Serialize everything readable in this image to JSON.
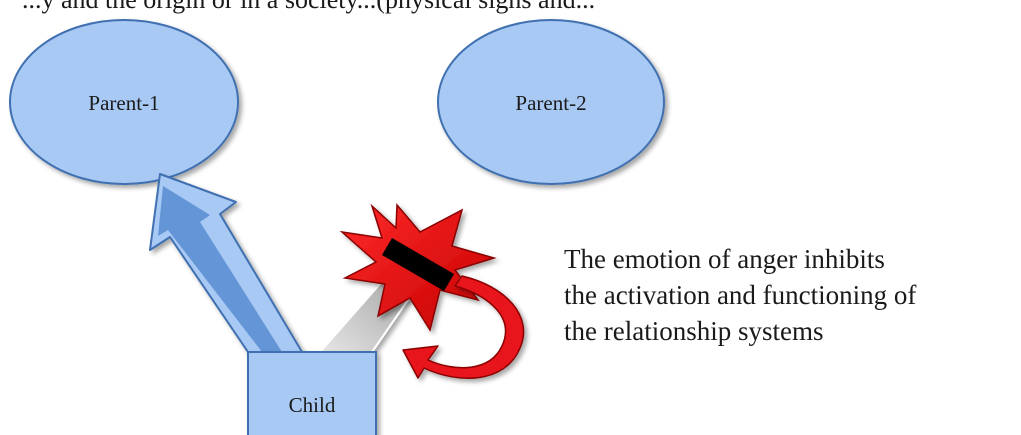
{
  "top_partial_text": "...y and the origin or in a society...(physical signs and...",
  "nodes": {
    "parent_1": "Parent-1",
    "parent_2": "Parent-2",
    "child": "Child"
  },
  "caption": {
    "line1": "The emotion of anger inhibits",
    "line2": "the activation and functioning of",
    "line3": "the relationship systems"
  },
  "colors": {
    "node_fill": "#a9c9f5",
    "node_stroke": "#3f70b0",
    "arrow_blue": "#5b8fd4",
    "arrow_gray": "#a6a6a6",
    "burst_red": "#e8141b",
    "block_bar": "#000000"
  },
  "icons": [
    "explosion-burst-icon",
    "curved-return-arrow-icon"
  ]
}
